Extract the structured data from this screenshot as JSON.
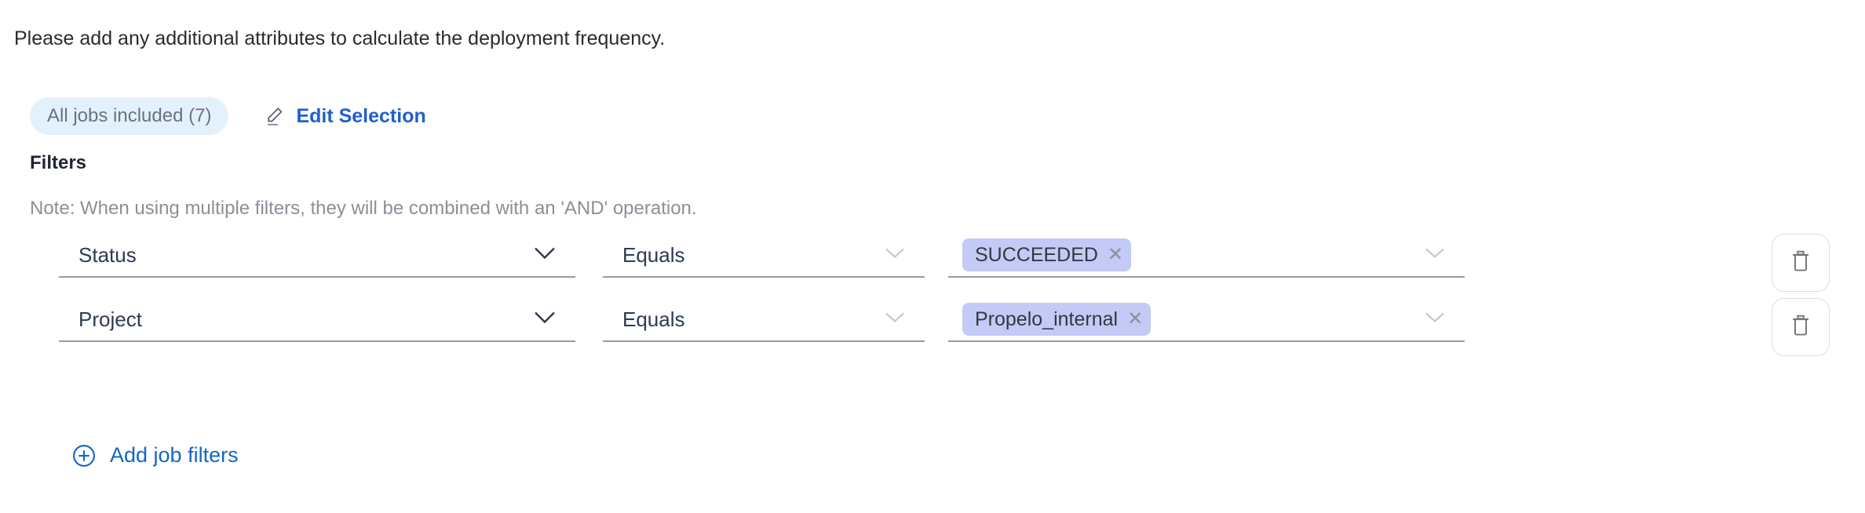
{
  "intro": {
    "text": "Please add any additional attributes to calculate the deployment frequency."
  },
  "jobs": {
    "chip_label": "All jobs included (7)",
    "edit_label": "Edit Selection",
    "edit_icon": "pencil-icon"
  },
  "filters": {
    "title": "Filters",
    "note": "Note: When using multiple filters, they will be combined with an 'AND' operation.",
    "add_label": "Add job filters",
    "add_icon": "plus-circle-icon",
    "delete_icon": "trash-icon",
    "rows": [
      {
        "attribute": "Status",
        "operator": "Equals",
        "values": [
          {
            "label": "SUCCEEDED",
            "remove_icon": "close-icon"
          }
        ]
      },
      {
        "attribute": "Project",
        "operator": "Equals",
        "values": [
          {
            "label": "Propelo_internal",
            "remove_icon": "close-icon"
          }
        ]
      }
    ]
  },
  "colors": {
    "link": "#1268c3",
    "edit_link": "#1f5fd0",
    "chip_bg": "#c3caf5",
    "jobs_chip_bg": "#e3f1fd",
    "field_text": "#2f3a52",
    "note_text": "#8b8f98",
    "underline": "#9a9a9a"
  }
}
